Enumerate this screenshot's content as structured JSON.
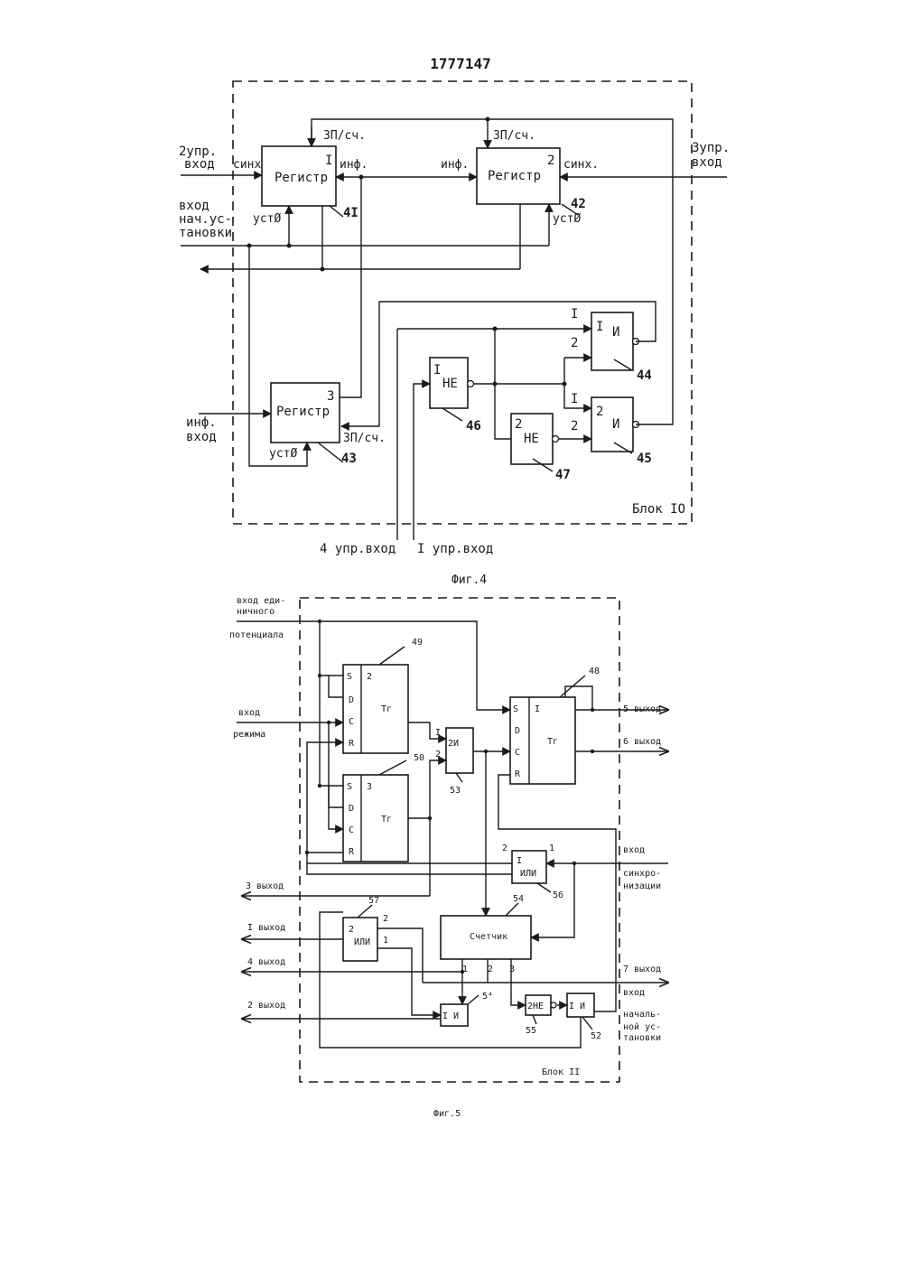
{
  "page": {
    "number": "1777147"
  },
  "fig4": {
    "caption": "Фиг.4",
    "block_label": "Блок IO",
    "reg1": {
      "title": "Регистр",
      "index": "I",
      "ref": "4I",
      "port_sync": "синх",
      "port_inf": "инф.",
      "port_reset": "устØ",
      "port_mode": "ЗП/сч."
    },
    "reg2": {
      "title": "Регистр",
      "index": "2",
      "ref": "42",
      "port_sync": "синх.",
      "port_inf": "инф.",
      "port_reset": "устØ",
      "port_mode": "ЗП/сч."
    },
    "reg3": {
      "title": "Регистр",
      "index": "3",
      "ref": "43",
      "port_reset": "устØ",
      "port_mode": "ЗП/сч."
    },
    "and44": {
      "label": "И",
      "index": "I",
      "ref": "44",
      "in1": "I",
      "in2": "2"
    },
    "and45": {
      "label": "И",
      "index": "2",
      "ref": "45",
      "in1": "I",
      "in2": "2"
    },
    "not46": {
      "label": "НЕ",
      "index": "I",
      "ref": "46"
    },
    "not47": {
      "label": "НЕ",
      "index": "2",
      "ref": "47"
    },
    "inputs": {
      "ctrl2_a": "2упр.",
      "ctrl2_b": "вход",
      "ctrl3_a": "3упр.",
      "ctrl3_b": "вход",
      "init_a": "вход",
      "init_b": "нач.ус-",
      "init_c": "тановки",
      "inf_a": "инф.",
      "inf_b": "вход",
      "ctrl4": "4 упр.вход",
      "ctrl1": "I упр.вход"
    }
  },
  "fig5": {
    "caption": "Фиг.5",
    "block_label": "Блок II",
    "ff49": {
      "ref": "49",
      "index": "2",
      "label": "Тг",
      "pins": [
        "S",
        "D",
        "C",
        "R"
      ]
    },
    "ff50": {
      "ref": "50",
      "index": "3",
      "label": "Тг",
      "pins": [
        "S",
        "D",
        "C",
        "R"
      ]
    },
    "ff48": {
      "ref": "48",
      "index": "I",
      "label": "Тг",
      "pins": [
        "S",
        "D",
        "C",
        "R"
      ]
    },
    "and53": {
      "label": "2И",
      "ref": "53",
      "in1": "I",
      "in2": "2"
    },
    "or56": {
      "index": "I",
      "label": "ИЛИ",
      "ref": "56",
      "in1": "2",
      "in2": "1"
    },
    "or57": {
      "index": "2",
      "label": "ИЛИ",
      "ref": "57",
      "in1": "2",
      "in2": "1"
    },
    "counter54": {
      "label": "Счетчик",
      "ref": "54",
      "outs": [
        "1",
        "2",
        "3"
      ]
    },
    "and5x": {
      "label": "I И",
      "ref": "5⁴"
    },
    "not55": {
      "label": "2НЕ",
      "ref": "55"
    },
    "and52": {
      "label": "I И",
      "ref": "52"
    },
    "inputs": {
      "unit_a": "вход еди-",
      "unit_b": "ничного",
      "unit_c": "потенциала",
      "mode_a": "вход",
      "mode_b": "режима",
      "sync_a": "вход",
      "sync_b": "синхро-",
      "sync_c": "низации",
      "init_a": "вход",
      "init_b": "началь-",
      "init_c": "ной ус-",
      "init_d": "тановки"
    },
    "outputs": {
      "out5": "5 выход",
      "out6": "6 выход",
      "out3": "3 выход",
      "out1": "I выход",
      "out4": "4 выход",
      "out2": "2 выход",
      "out7": "7 выход"
    }
  }
}
